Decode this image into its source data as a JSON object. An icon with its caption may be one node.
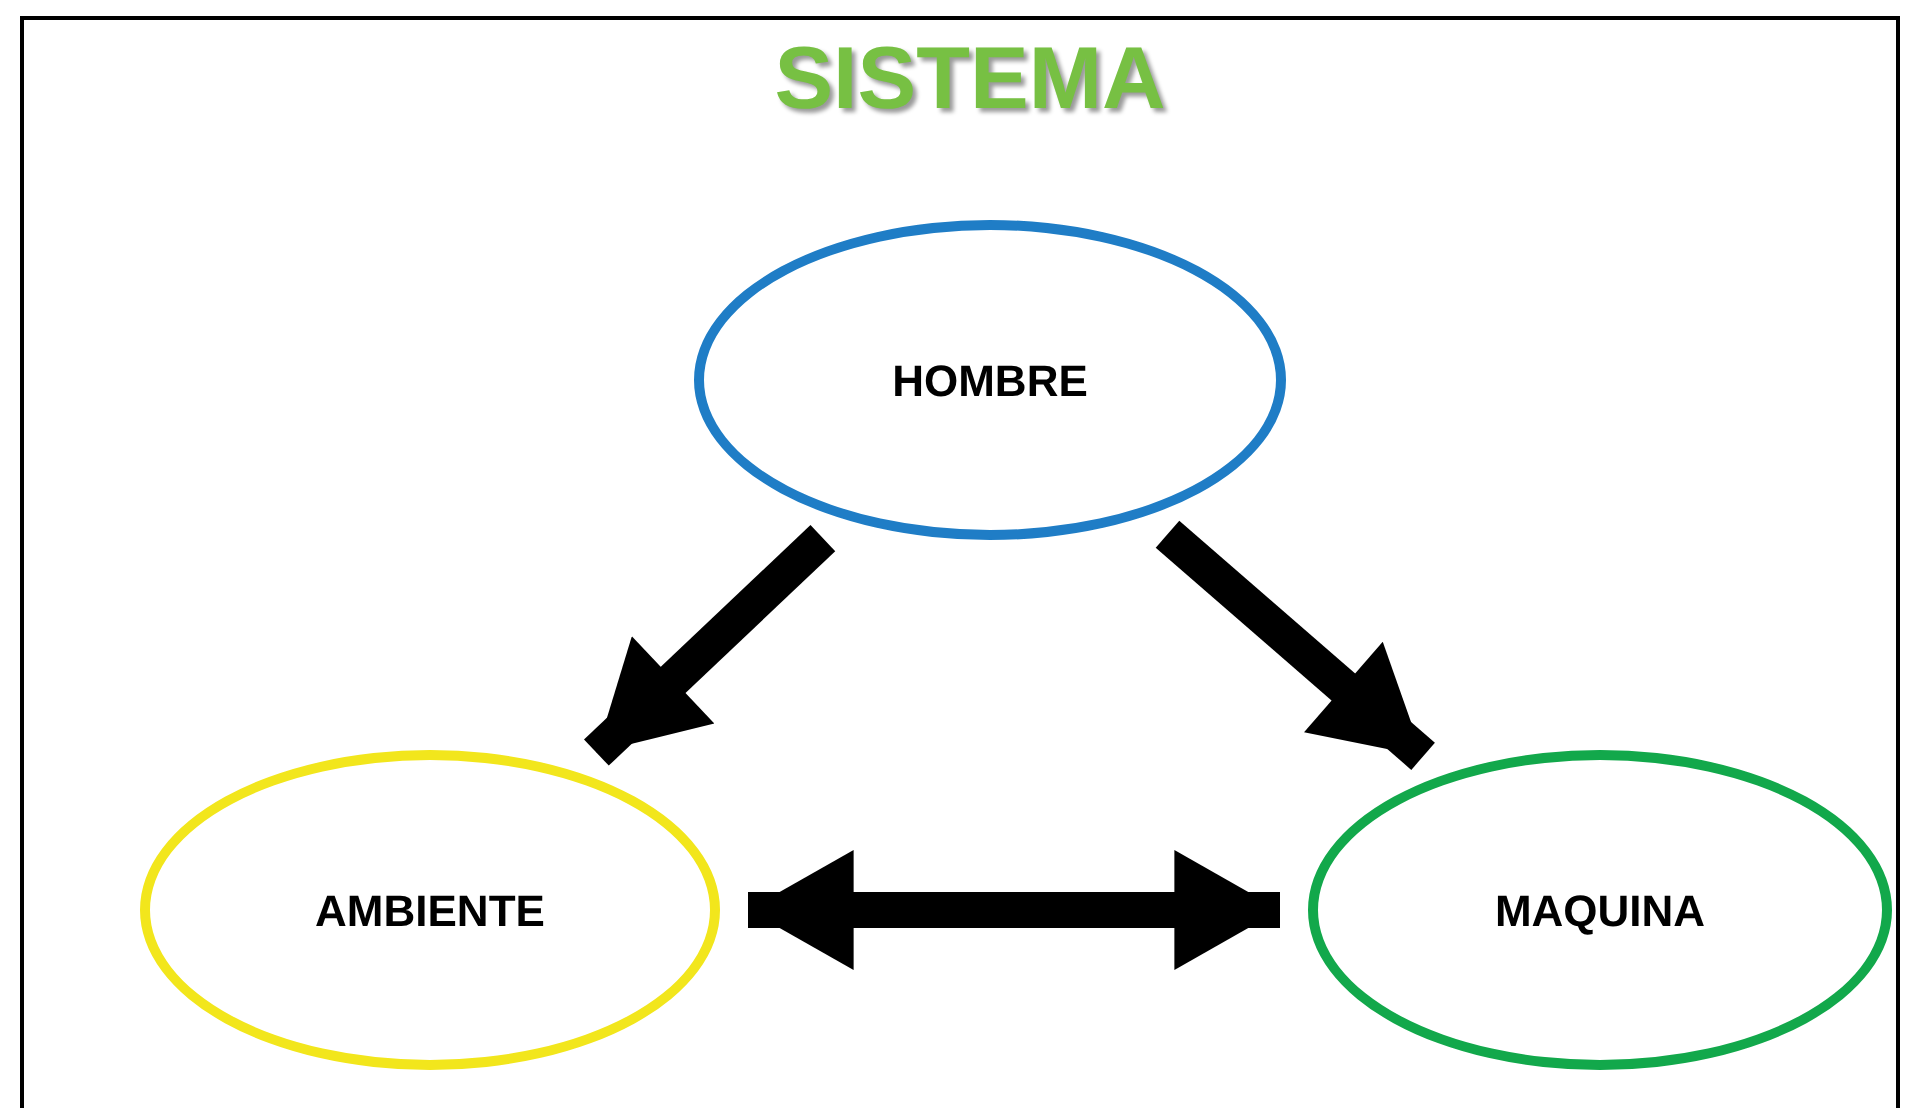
{
  "diagram": {
    "title": "SISTEMA",
    "nodes": [
      {
        "text": [
          "HOMBRE"
        ]
      },
      {
        "text": [
          "AMBIENTE"
        ]
      },
      {
        "text": [
          "MAQUINA"
        ]
      }
    ],
    "edges": [
      {
        "from": 0,
        "to": 1,
        "arrow": "to"
      },
      {
        "from": 0,
        "to": 2,
        "arrow": "to"
      },
      {
        "from": 1,
        "to": 2,
        "arrow": "both"
      }
    ]
  }
}
